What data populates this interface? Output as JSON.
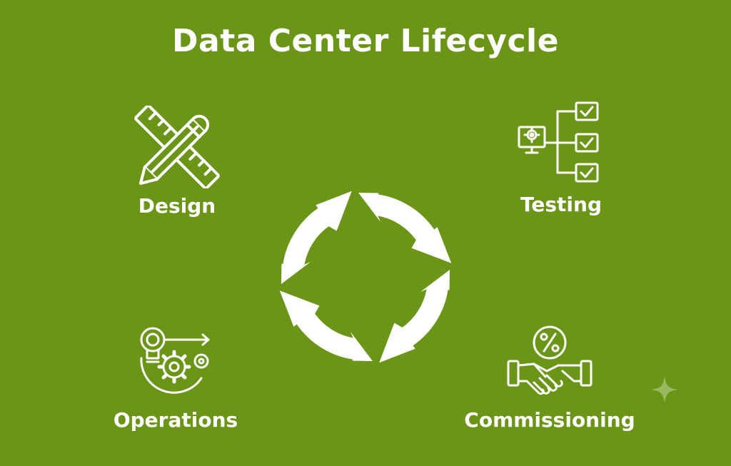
{
  "title": "Data Center Lifecycle",
  "stages": {
    "design": {
      "label": "Design",
      "icon": "ruler-pencil-icon"
    },
    "testing": {
      "label": "Testing",
      "icon": "checklist-icon"
    },
    "operations": {
      "label": "Operations",
      "icon": "gear-lightbulb-icon"
    },
    "commissioning": {
      "label": "Commissioning",
      "icon": "handshake-percent-icon"
    }
  },
  "center_icon": "cycle-arrows-icon",
  "colors": {
    "background": "#6a9516",
    "foreground": "#ffffff"
  }
}
